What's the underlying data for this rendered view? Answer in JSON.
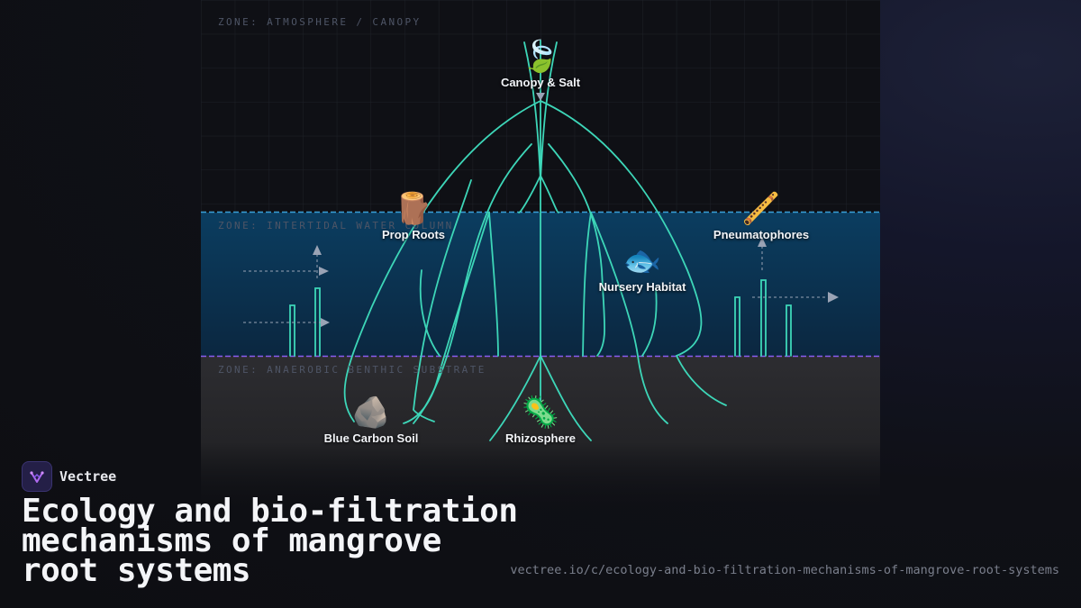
{
  "zones": {
    "top": "ZONE: ATMOSPHERE / CANOPY",
    "middle": "ZONE: INTERTIDAL WATER COLUMN",
    "bottom": "ZONE: ANAEROBIC BENTHIC SUBSTRATE"
  },
  "nodes": {
    "canopy": {
      "emoji": "🍃",
      "label": "Canopy & Salt",
      "icon": "leaf-icon"
    },
    "prop_roots": {
      "emoji": "🪵",
      "label": "Prop Roots",
      "icon": "log-icon"
    },
    "pneumatophores": {
      "emoji": "🪈",
      "label": "Pneumatophores",
      "icon": "flute-icon"
    },
    "nursery": {
      "emoji": "🐟",
      "label": "Nursery Habitat",
      "icon": "fish-icon"
    },
    "soil": {
      "emoji": "🪨",
      "label": "Blue Carbon Soil",
      "icon": "rock-icon"
    },
    "rhizosphere": {
      "emoji": "🦠",
      "label": "Rhizosphere",
      "icon": "microbe-icon"
    }
  },
  "brand": {
    "name": "Vectree"
  },
  "title": "Ecology and bio-filtration mechanisms of mangrove root systems",
  "url": "vectree.io/c/ecology-and-bio-filtration-mechanisms-of-mangrove-root-systems",
  "colors": {
    "root": "#3dd6b8",
    "water_line": "#3a9fd8",
    "substrate_line": "#8a5cf0",
    "water": "#0b3a5c",
    "substrate": "#2b2b2f",
    "arrow": "#9aa3b5"
  }
}
